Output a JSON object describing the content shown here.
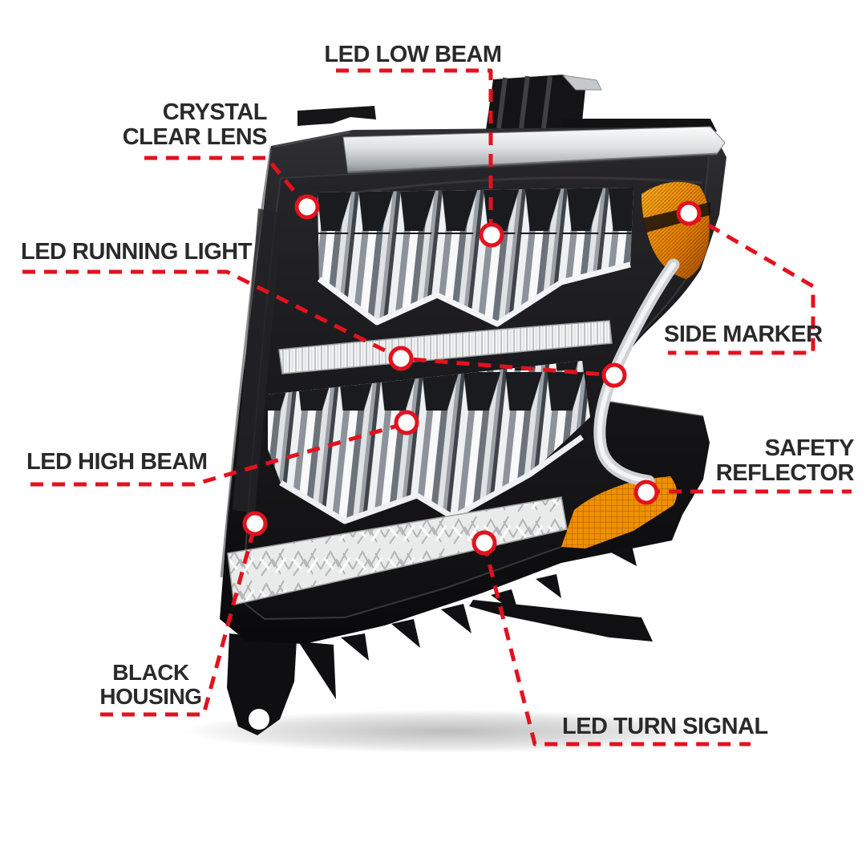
{
  "figure": {
    "type": "annotated-product-diagram",
    "subject": "led-headlight-assembly"
  },
  "callouts": [
    {
      "id": "led-low-beam",
      "label": "LED LOW BEAM"
    },
    {
      "id": "crystal-clear-lens",
      "lines": [
        "CRYSTAL",
        "CLEAR LENS"
      ]
    },
    {
      "id": "led-running-light",
      "label": "LED RUNNING LIGHT"
    },
    {
      "id": "side-marker",
      "label": "SIDE MARKER"
    },
    {
      "id": "led-high-beam",
      "label": "LED HIGH BEAM"
    },
    {
      "id": "safety-reflector",
      "lines": [
        "SAFETY",
        "REFLECTOR"
      ]
    },
    {
      "id": "black-housing",
      "lines": [
        "BLACK",
        "HOUSING"
      ]
    },
    {
      "id": "led-turn-signal",
      "label": "LED TURN SIGNAL"
    }
  ],
  "colors": {
    "leader_red": "#e2121e",
    "label_text": "#2a2a2a",
    "housing_black": "#121214",
    "chrome_silver": "#d3d7da",
    "amber": "#f59d00",
    "background": "#ffffff"
  }
}
